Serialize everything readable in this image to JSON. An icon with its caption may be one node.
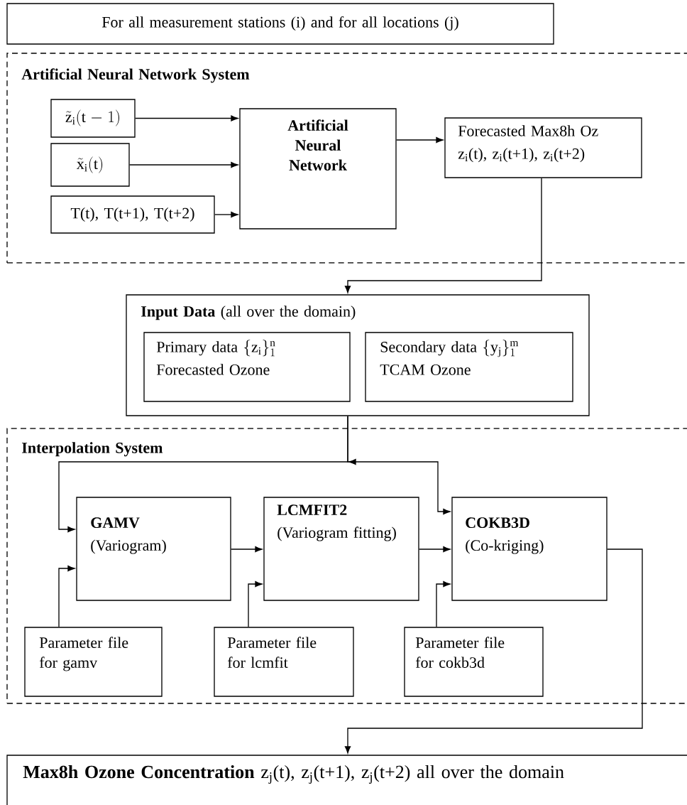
{
  "diagram": {
    "nodes": [
      {
        "text": [
          "For all measurement stations (i) and for all locations (j)"
        ]
      },
      {
        "text": [
          "Artificial Neural Network System"
        ]
      },
      {
        "text": [
          "\\tilde{\\mathrm{z}}_{\\mathrm{i}}(\\mathrm{t}-1)"
        ],
        "in": 1
      },
      {
        "text": [
          "\\tilde{\\mathrm{x}}_{\\mathrm{i}}(\\mathrm{t})"
        ],
        "in": 1
      },
      {
        "text": [
          "T(t), T(t+1), T(t+2)"
        ],
        "in": 1
      },
      {
        "text": [
          "Artificial Neural Network"
        ],
        "in": 1
      },
      {
        "text": [
          "Forecasted Max8h Oz",
          "z$_{i}$(t), z$_{i}$(t+1), z$_{i}$(t+2)"
        ],
        "in": 1
      },
      {
        "text": [
          "**Input Data** (all over the domain)"
        ]
      },
      {
        "text": [
          "Primary data",
          "\\{\\mathrm{z}_{\\mathrm{i}}\\}_{1}^{\\mathrm{n}}",
          "Forecasted Ozone"
        ],
        "in": 7
      },
      {
        "text": [
          "Secondary data",
          "\\{\\mathrm{y}_{\\mathrm{j}}\\}_{1}^{\\mathrm{m}}",
          "TCAM Ozone"
        ],
        "in": 7
      },
      {
        "text": [
          "Interpolation System"
        ]
      },
      {
        "text": [
          "GAMV",
          "(Variogram)"
        ],
        "in": 10
      },
      {
        "text": [
          "LCMFIT2",
          "(Variogram fitting)"
        ],
        "in": 10
      },
      {
        "text": [
          "COKB3D",
          "(Co-kriging)"
        ],
        "in": 10
      },
      {
        "text": [
          "Parameter file for gamv"
        ],
        "in": 10
      },
      {
        "text": [
          "Parameter file for lcmfit"
        ],
        "in": 10
      },
      {
        "text": [
          "Parameter file for cokb3d"
        ],
        "in": 10
      },
      {
        "text": [
          "**Max8h Ozone Concentration** z$_{j}$(t), z$_{j}$(t+1), z$_{j}$(t+2) all over the domain"
        ]
      }
    ],
    "edges": [
      {
        "from": 2,
        "to": 5,
        "arrow": "to"
      },
      {
        "from": 3,
        "to": 5,
        "arrow": "to"
      },
      {
        "from": 4,
        "to": 5,
        "arrow": "to"
      },
      {
        "from": 5,
        "to": 6,
        "arrow": "to"
      },
      {
        "from": 6,
        "to": 7,
        "arrow": "to"
      },
      {
        "from": 7,
        "to": 11,
        "arrow": "to"
      },
      {
        "from": 7,
        "to": 13,
        "arrow": "to"
      },
      {
        "from": 11,
        "to": 12,
        "arrow": "to"
      },
      {
        "from": 12,
        "to": 13,
        "arrow": "to"
      },
      {
        "from": 14,
        "to": 11,
        "arrow": "to"
      },
      {
        "from": 15,
        "to": 12,
        "arrow": "to"
      },
      {
        "from": 16,
        "to": 13,
        "arrow": "to"
      },
      {
        "from": 13,
        "to": 17,
        "arrow": "to"
      }
    ]
  }
}
